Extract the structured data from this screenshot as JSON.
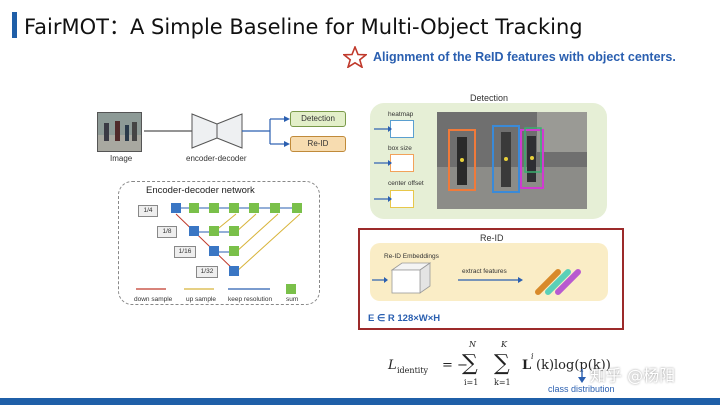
{
  "slide": {
    "title": "FairMOT：A Simple Baseline for Multi-Object Tracking",
    "callout": "Alignment of the ReID features with object centers."
  },
  "pipeline": {
    "image_label": "Image",
    "encoder_label": "encoder-decoder",
    "detection_label": "Detection",
    "reid_label": "Re-ID"
  },
  "encoder_network": {
    "title": "Encoder-decoder network",
    "scales": [
      "1/4",
      "1/8",
      "1/16",
      "1/32"
    ],
    "legend": {
      "down": "down sample",
      "up": "up sample",
      "keep": "keep resolution",
      "sum": "sum"
    }
  },
  "detection_panel": {
    "title": "Detection",
    "heads": [
      "heatmap",
      "box size",
      "center offset"
    ]
  },
  "reid_panel": {
    "title": "Re-ID",
    "embeddings_label": "Re-ID Embeddings",
    "extract_label": "extract features",
    "embedding_dims": "E ∈ R 128×W×H"
  },
  "formula": {
    "lhs": "L",
    "lhs_sub": "identity",
    "sum1_top": "N",
    "sum1_bottom": "i=1",
    "sum2_top": "K",
    "sum2_bottom": "k=1",
    "term": "L",
    "term_sup": "i",
    "term_tail": "(k)log(p(k))",
    "annotation": "class distribution"
  },
  "watermark": "知乎 @杨阳",
  "colors": {
    "accent_blue": "#1f5fa8",
    "callout_blue": "#2a5fb0",
    "detection_green": "#e6efd6",
    "reid_yellow": "#faedc6",
    "reid_border": "#9c2a2a"
  }
}
